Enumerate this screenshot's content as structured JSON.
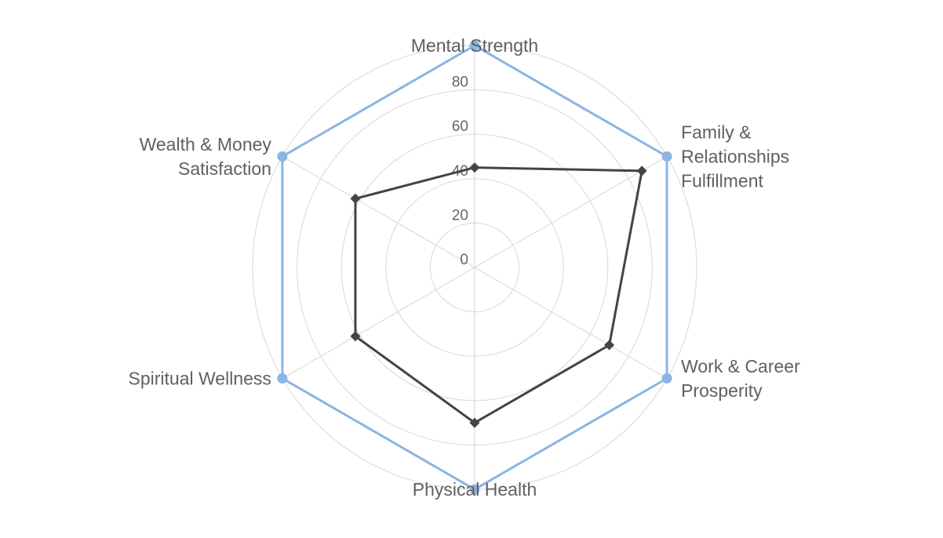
{
  "chart_data": {
    "type": "radar",
    "axes": [
      [
        "Family &",
        "Relationships",
        "Fulfillment"
      ],
      [
        "Work & Career",
        "Prosperity"
      ],
      [
        "Physical Health"
      ],
      [
        "Spiritual Wellness"
      ],
      [
        "Wealth & Money",
        "Satisfaction"
      ],
      [
        "Mental Strength"
      ]
    ],
    "radial_ticks": [
      "0",
      "20",
      "40",
      "60",
      "80"
    ],
    "rlim": [
      0,
      100
    ],
    "grid": true,
    "grid_circle_values": [
      20,
      40,
      60,
      80,
      100
    ],
    "series": [
      {
        "values": [
          100,
          100,
          100,
          100,
          100,
          100
        ],
        "color": "#8ab4e4",
        "marker": "circle"
      },
      {
        "values": [
          87,
          70,
          70,
          62,
          62,
          45
        ],
        "color": "#434348",
        "marker": "diamond"
      }
    ]
  }
}
